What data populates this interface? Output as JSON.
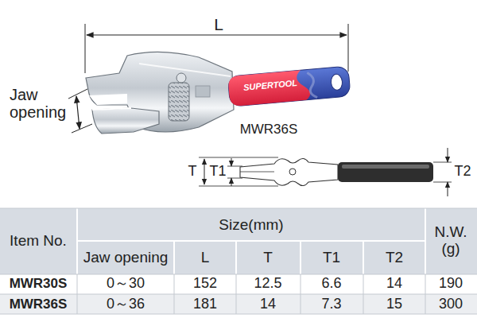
{
  "diagram": {
    "labels": [
      "L",
      "Jaw opening",
      "SUPERTOOL",
      "MWR36S",
      "T",
      "T1",
      "T2",
      "Item No.",
      "Size(mm)",
      "N.W. (g)",
      "Jaw opening",
      "L",
      "T",
      "T1",
      "T2",
      "MWR30S",
      "0～30",
      "152",
      "12.5",
      "6.6",
      "14",
      "190",
      "MWR36S",
      "0～36",
      "181",
      "14",
      "7.3",
      "15",
      "300"
    ]
  }
}
